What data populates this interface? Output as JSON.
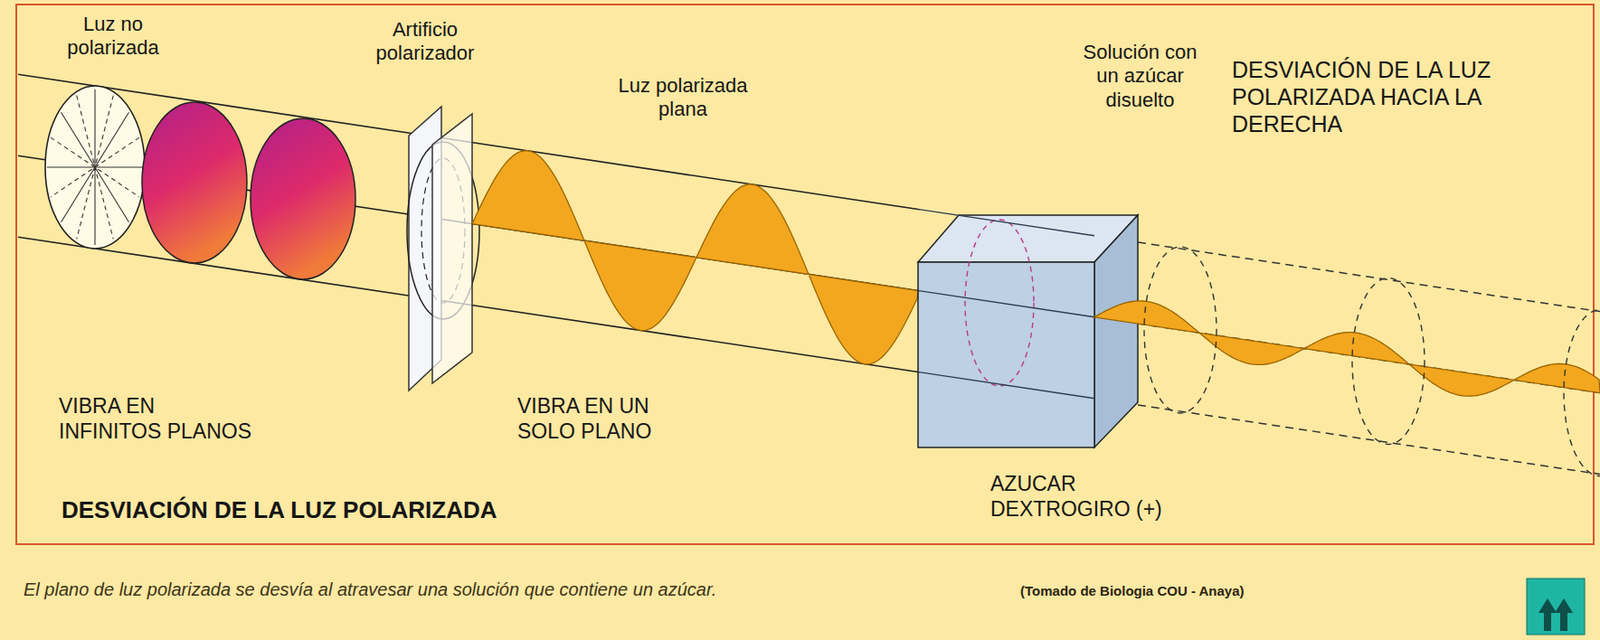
{
  "diagram": {
    "title": "DESVIACIÓN DE LA LUZ POLARIZADA",
    "caption": "El plano de luz polarizada se desvía al atravesar una solución que contiene un azúcar.",
    "labels": [
      "Luz no polarizada",
      "Artificio polarizador",
      "Luz polarizada plana",
      "Solución con un azúcar disuelto",
      "DESVIACIÓN DE LA LUZ POLARIZADA HACIA LA DERECHA",
      "VIBRA EN INFINITOS PLANOS",
      "VIBRA EN UN SOLO PLANO",
      "AZUCAR DEXTROGIRO (+)",
      "(Tomado de Biologia COU - Anaya)"
    ]
  }
}
